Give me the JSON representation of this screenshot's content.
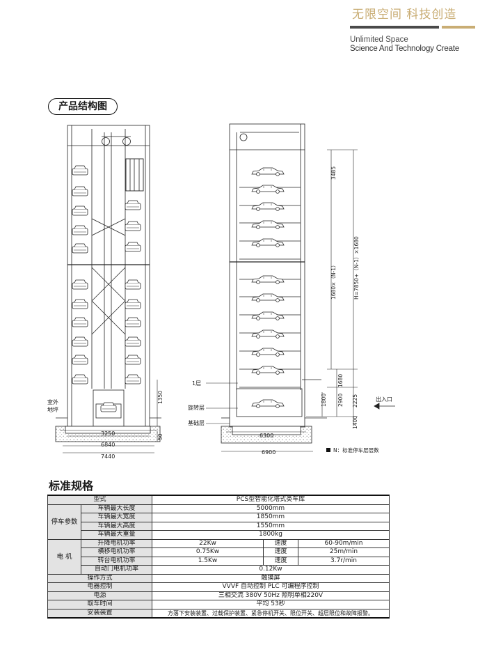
{
  "brand": {
    "slogan_cn": "无限空间 科技创造",
    "line1": "Unlimited Space",
    "line2": "Science And Technology Create"
  },
  "structure_title": "产品结构图",
  "spec_title": "标准规格",
  "drawing": {
    "left_dims": {
      "d3250": "3250",
      "d6840": "6840",
      "d7440": "7440",
      "d1350": "1350",
      "d50": "50"
    },
    "left_labels": {
      "ground1": "室外",
      "ground2": "地坪"
    },
    "mid_labels": {
      "floor1": "1层",
      "rotate": "旋转层",
      "base": "基础层"
    },
    "right_dims": {
      "d3485": "3485",
      "formula1": "1680×（N-1）",
      "formula2": "H=7850+（N-1）×1680",
      "d1680": "1680",
      "d2225": "2225",
      "d2900": "2900",
      "d1800": "1800",
      "d1400": "1400",
      "d6300": "6300",
      "d6900": "6900"
    },
    "entrance": "出入口",
    "legend": "N：标准停车层层数"
  },
  "spec": {
    "model_label": "型式",
    "model_value": "PCS型智能化塔式类车库",
    "park_group": "停车参数",
    "park_rows": [
      {
        "label": "车辆最大长度",
        "value": "5000mm"
      },
      {
        "label": "车辆最大宽度",
        "value": "1850mm"
      },
      {
        "label": "车辆最大高度",
        "value": "1550mm"
      },
      {
        "label": "车辆最大重量",
        "value": "1800kg"
      }
    ],
    "motor_group": "电 机",
    "motor_rows": [
      {
        "label": "升降电机功率",
        "power": "22Kw",
        "speed_label": "速度",
        "speed": "60-90m/min"
      },
      {
        "label": "横移电机功率",
        "power": "0.75Kw",
        "speed_label": "速度",
        "speed": "25m/min"
      },
      {
        "label": "转台电机功率",
        "power": "1.5Kw",
        "speed_label": "速度",
        "speed": "3.7r/min"
      }
    ],
    "door_label": "自动门电机功率",
    "door_value": "0.12Kw",
    "other_rows": [
      {
        "label": "操作方式",
        "value": "触摸屏"
      },
      {
        "label": "电器控制",
        "value": "VVVF    自动控制    PLC    可编程序控制"
      },
      {
        "label": "电源",
        "value": "三相交流    380V    50Hz    照明单相220V"
      },
      {
        "label": "取车时间",
        "value": "平均    53秒"
      },
      {
        "label": "安装装置",
        "value": "方落下安装装置、过载保护装置、紧急停机开关、限位开关、超层限位和故障报警。"
      }
    ]
  }
}
